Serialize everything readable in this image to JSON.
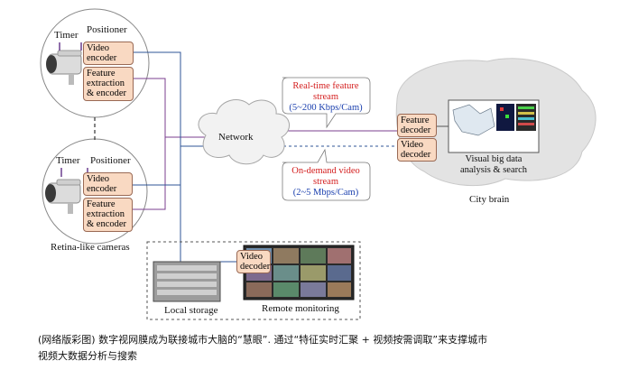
{
  "camera_top": {
    "timer": "Timer",
    "positioner": "Positioner",
    "video_encoder": "Video encoder",
    "feature_encoder": "Feature extraction & encoder"
  },
  "camera_bottom": {
    "timer": "Timer",
    "positioner": "Positioner",
    "video_encoder": "Video encoder",
    "feature_encoder": "Feature extraction & encoder"
  },
  "cameras_label": "Retina-like cameras",
  "network_label": "Network",
  "realtime_stream": {
    "title": "Real-time feature stream",
    "rate": "(5~200 Kbps/Cam)"
  },
  "ondemand_stream": {
    "title": "On-demand video stream",
    "rate": "(2~5 Mbps/Cam)"
  },
  "city_brain": {
    "feature_decoder": "Feature decoder",
    "video_decoder": "Video decoder",
    "analysis": "Visual big data analysis & search",
    "label": "City brain"
  },
  "storage": {
    "video_decoder": "Video decoder",
    "local_storage": "Local storage",
    "remote_monitoring": "Remote monitoring"
  },
  "caption": {
    "line1": "(网络版彩图) 数字视网膜成为联接城市大脑的“慧眼”. 通过“特征实时汇聚 + 视频按需调取”来支撑城市",
    "line2": "视频大数据分析与搜索"
  },
  "colors": {
    "box_fill": "#f9d9c2",
    "feature_line": "#7b3f8f",
    "video_line": "#2f5597",
    "realtime_text": "#d42020",
    "ondemand_text": "#1a3fae"
  }
}
